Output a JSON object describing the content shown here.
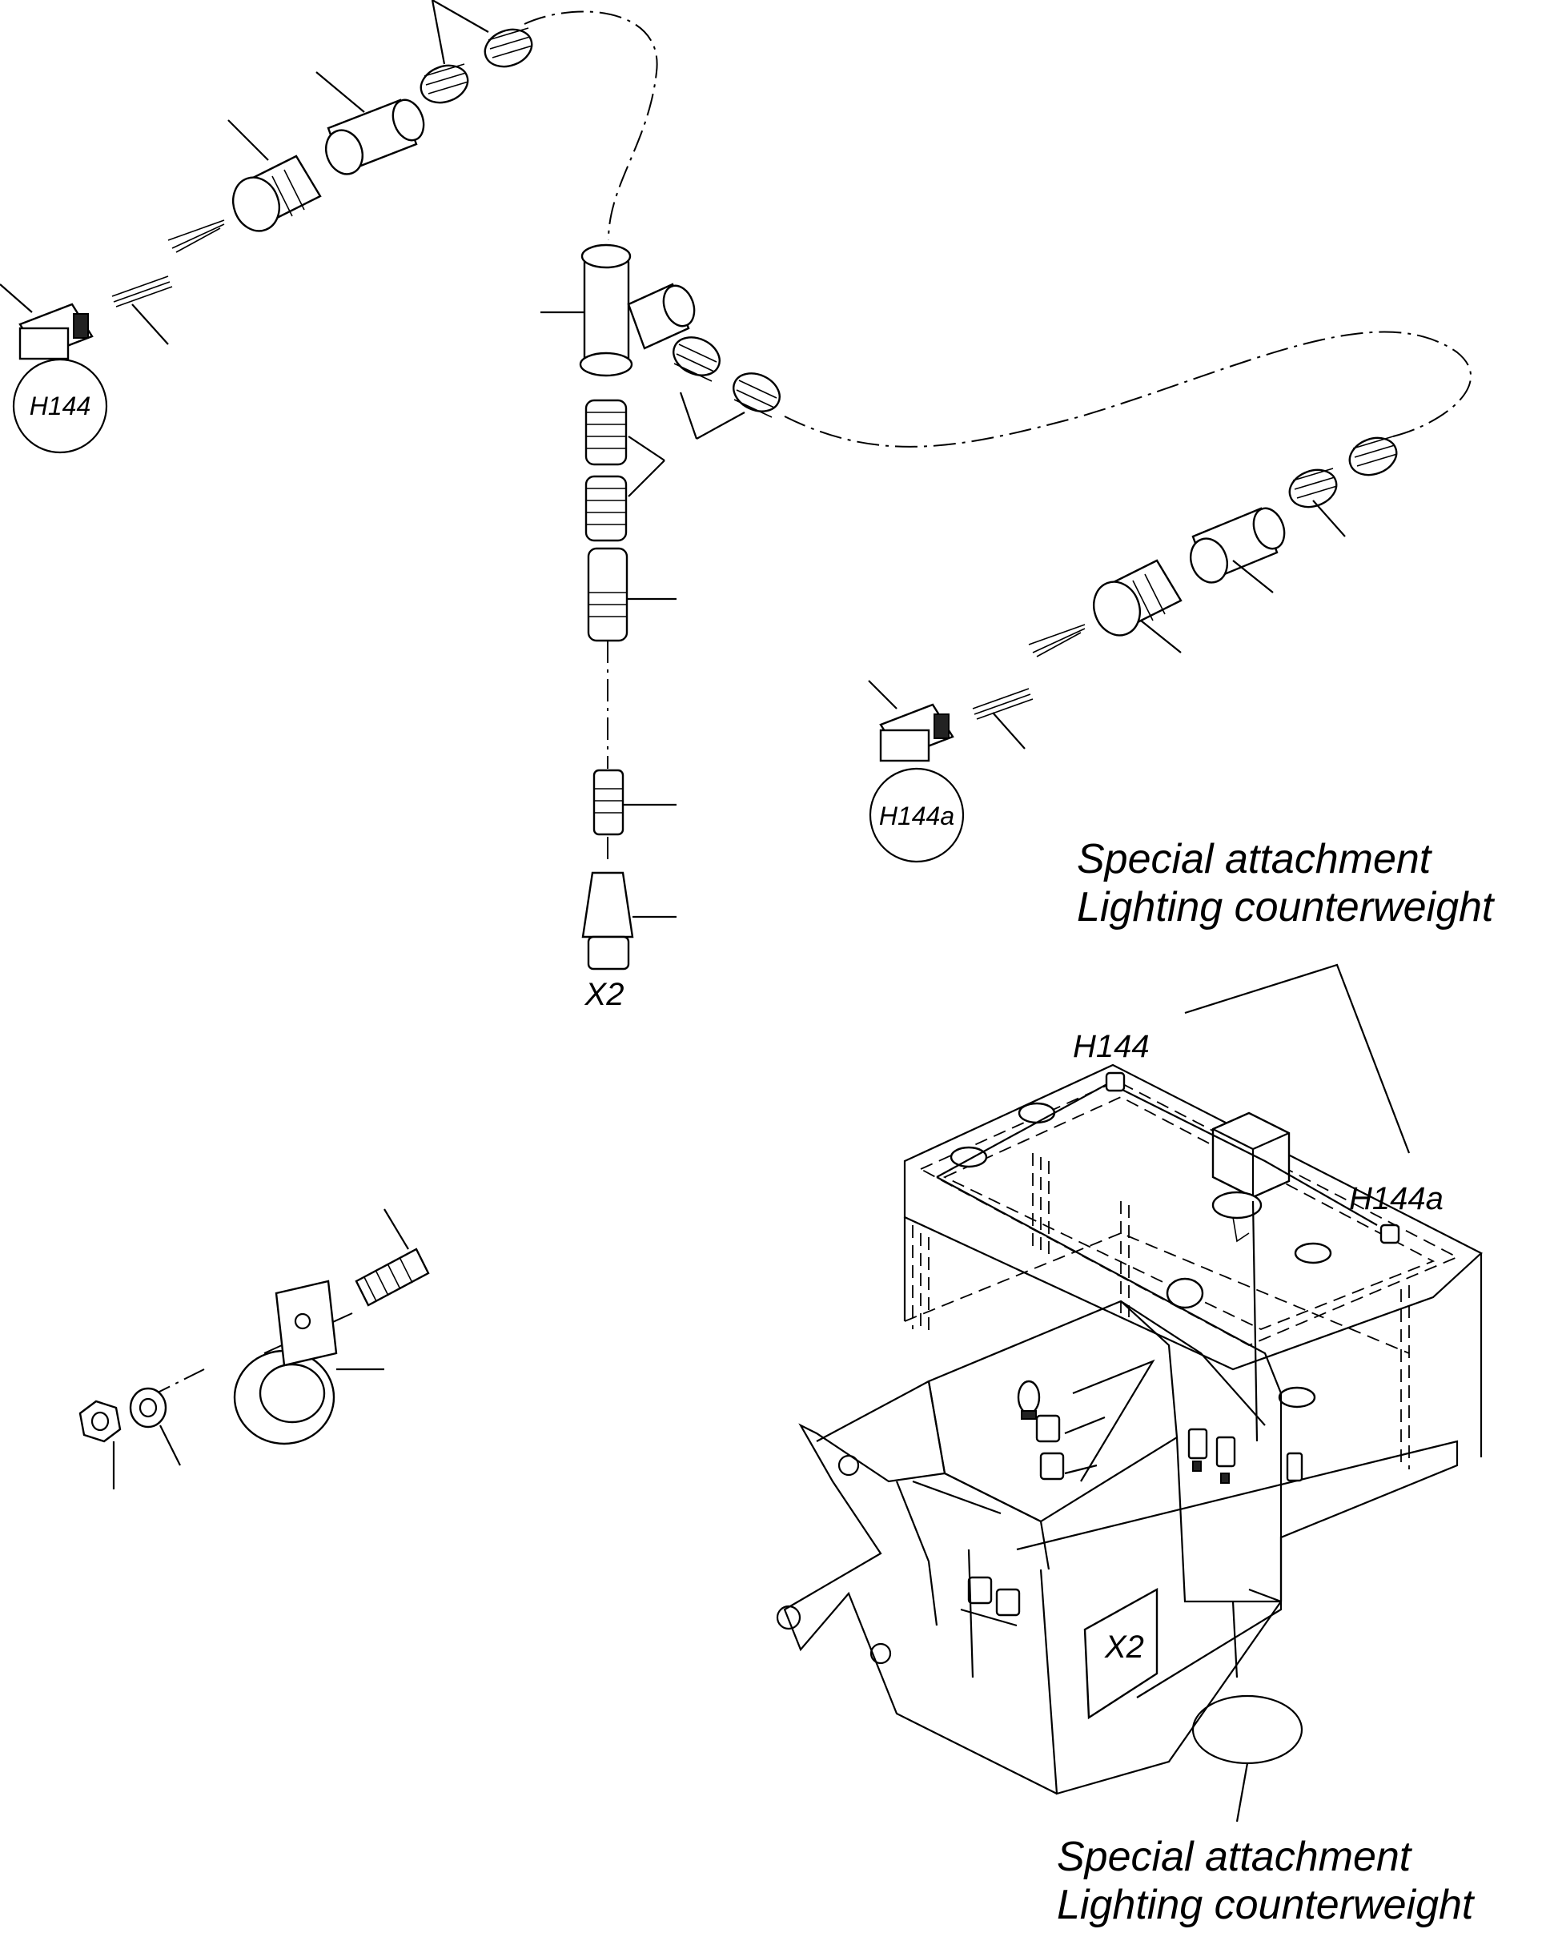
{
  "labels": {
    "h144_circle": "H144",
    "h144a_circle": "H144a",
    "x2_plug": "X2",
    "h144_machine": "H144",
    "h144a_machine": "H144a",
    "x2_box": "X2"
  },
  "captions": {
    "top_line1": "Special attachment",
    "top_line2": "Lighting counterweight",
    "bottom_line1": "Special attachment",
    "bottom_line2": "Lighting counterweight"
  }
}
